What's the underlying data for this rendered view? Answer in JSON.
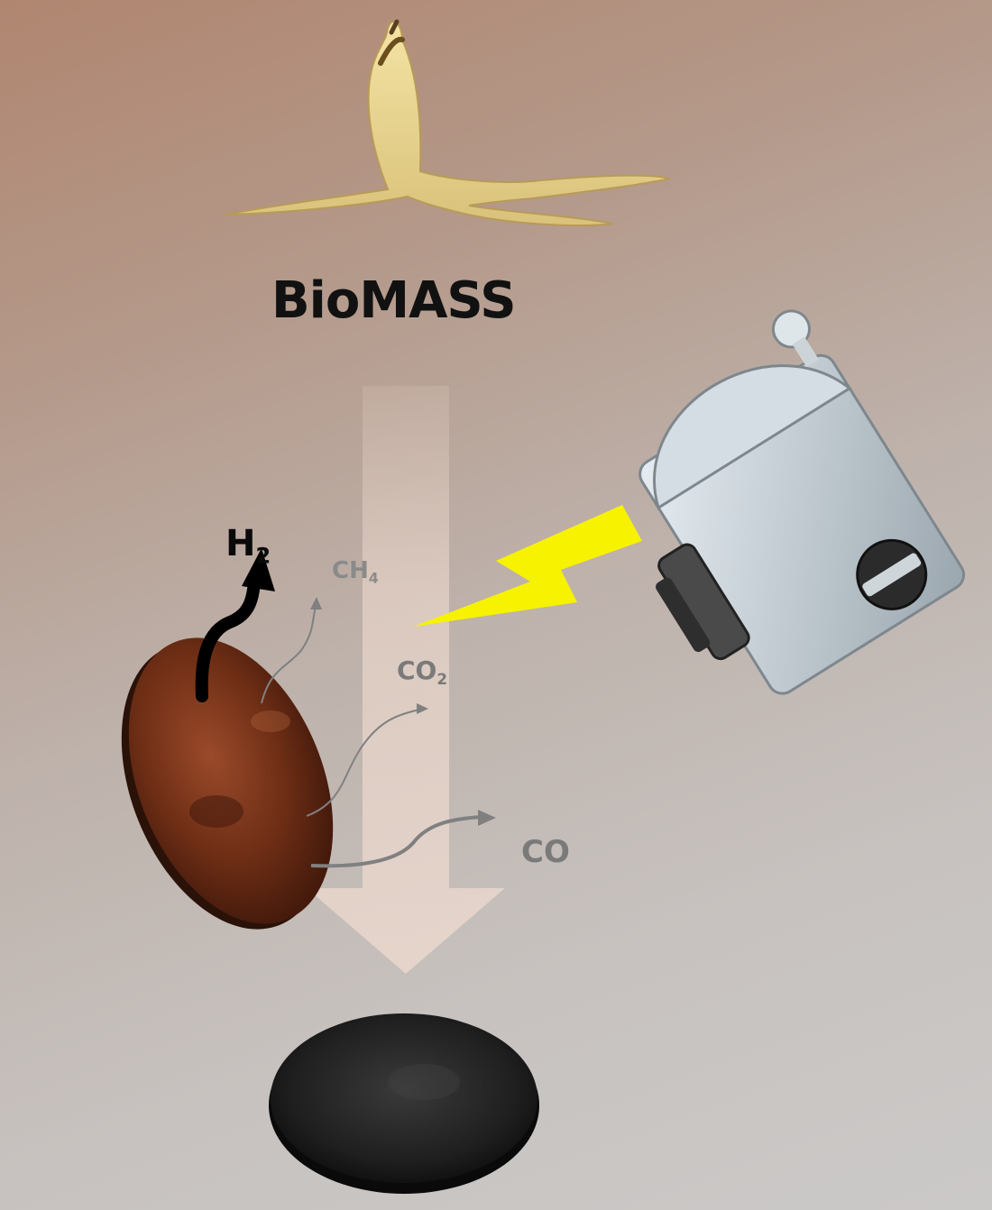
{
  "labels": {
    "biomass": "BioMASS",
    "h2_main": "H",
    "h2_sub": "2",
    "ch4_main": "CH",
    "ch4_sub": "4",
    "co2_main": "CO",
    "co2_sub": "2",
    "co": "CO"
  },
  "icons": {
    "feedstock": "banana-peel-icon",
    "light_source": "lamp-icon",
    "energy": "lightning-bolt-icon",
    "pellet_before": "biomass-pellet-icon",
    "pellet_after": "char-pellet-icon"
  },
  "colors": {
    "h2_arrow": "#000000",
    "minor_gas_arrows": "#808080",
    "lightning": "#f7f200",
    "process_arrow": "#f2ddd1",
    "pellet_before": "#6a2b12",
    "pellet_after": "#1c1c1c"
  }
}
